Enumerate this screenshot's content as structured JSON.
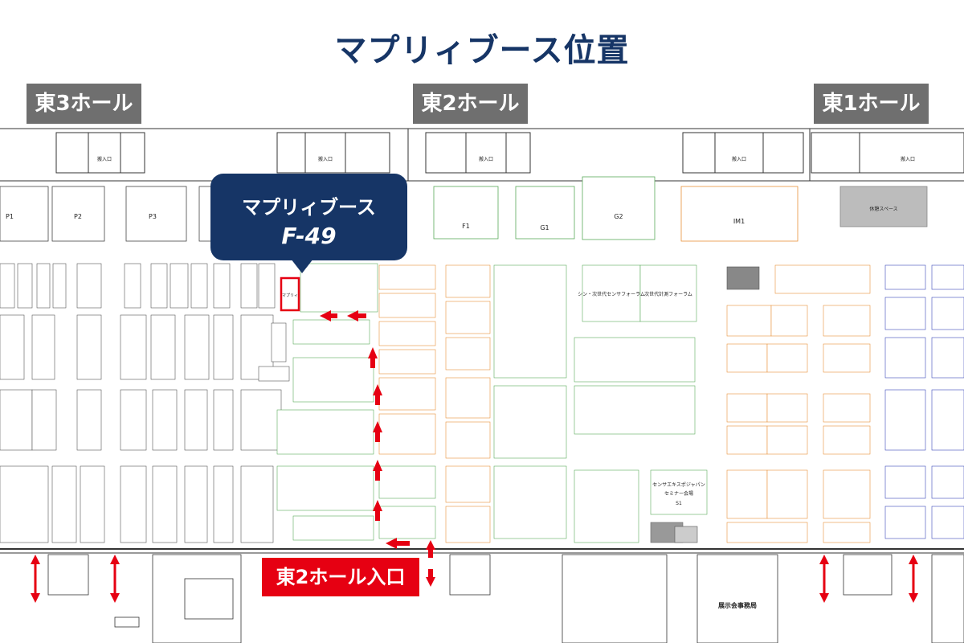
{
  "title": "マプリィブース位置",
  "halls": [
    "東3ホール",
    "東2ホール",
    "東1ホール"
  ],
  "callout": {
    "name": "マプリィブース",
    "code": "F-49"
  },
  "entrance": "東2ホール入口",
  "booth_marker": "マプリィ",
  "map_labels": {
    "p1": "P1",
    "p2": "P2",
    "p3": "P3",
    "f1": "F1",
    "g1": "G1",
    "g2": "G2",
    "im1": "IM1",
    "s1": "S1",
    "entrance_small": "搬入口",
    "rest_space": "休憩スペース",
    "shin_sensor": "シン・次世代センサフォーラム",
    "next_meas": "次世代計測フォーラム",
    "sensor_expo": "センサエキスポジャパン",
    "seminar": "セミナー会場",
    "office": "展示会事務局"
  },
  "colors": {
    "title": "#163566",
    "callout": "#163566",
    "hall_label": "#6f6f6f",
    "entrance": "#e60012",
    "arrow": "#e60012",
    "booth_green": "#5aaa5a",
    "booth_orange": "#e8923a",
    "booth_blue": "#3a4ab8",
    "booth_gray": "#555555"
  }
}
